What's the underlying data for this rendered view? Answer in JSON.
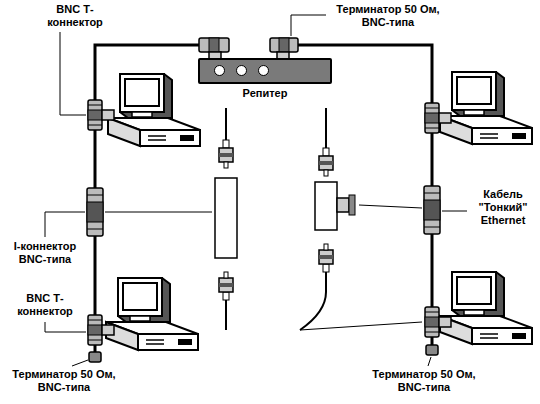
{
  "diagram": {
    "nodes": [
      {
        "text": [
          "Репитер"
        ]
      }
    ],
    "labels": [
      "BNC Т-коннектор",
      "Терминатор 50 Ом, BNC-типа",
      "I-коннектор BNC-типа",
      "Кабель \"Тонкий\" Ethernet",
      "BNC Т-коннектор",
      "Терминатор 50 Ом, BNC-типа",
      "Терминатор 50 Ом, BNC-типа"
    ]
  }
}
